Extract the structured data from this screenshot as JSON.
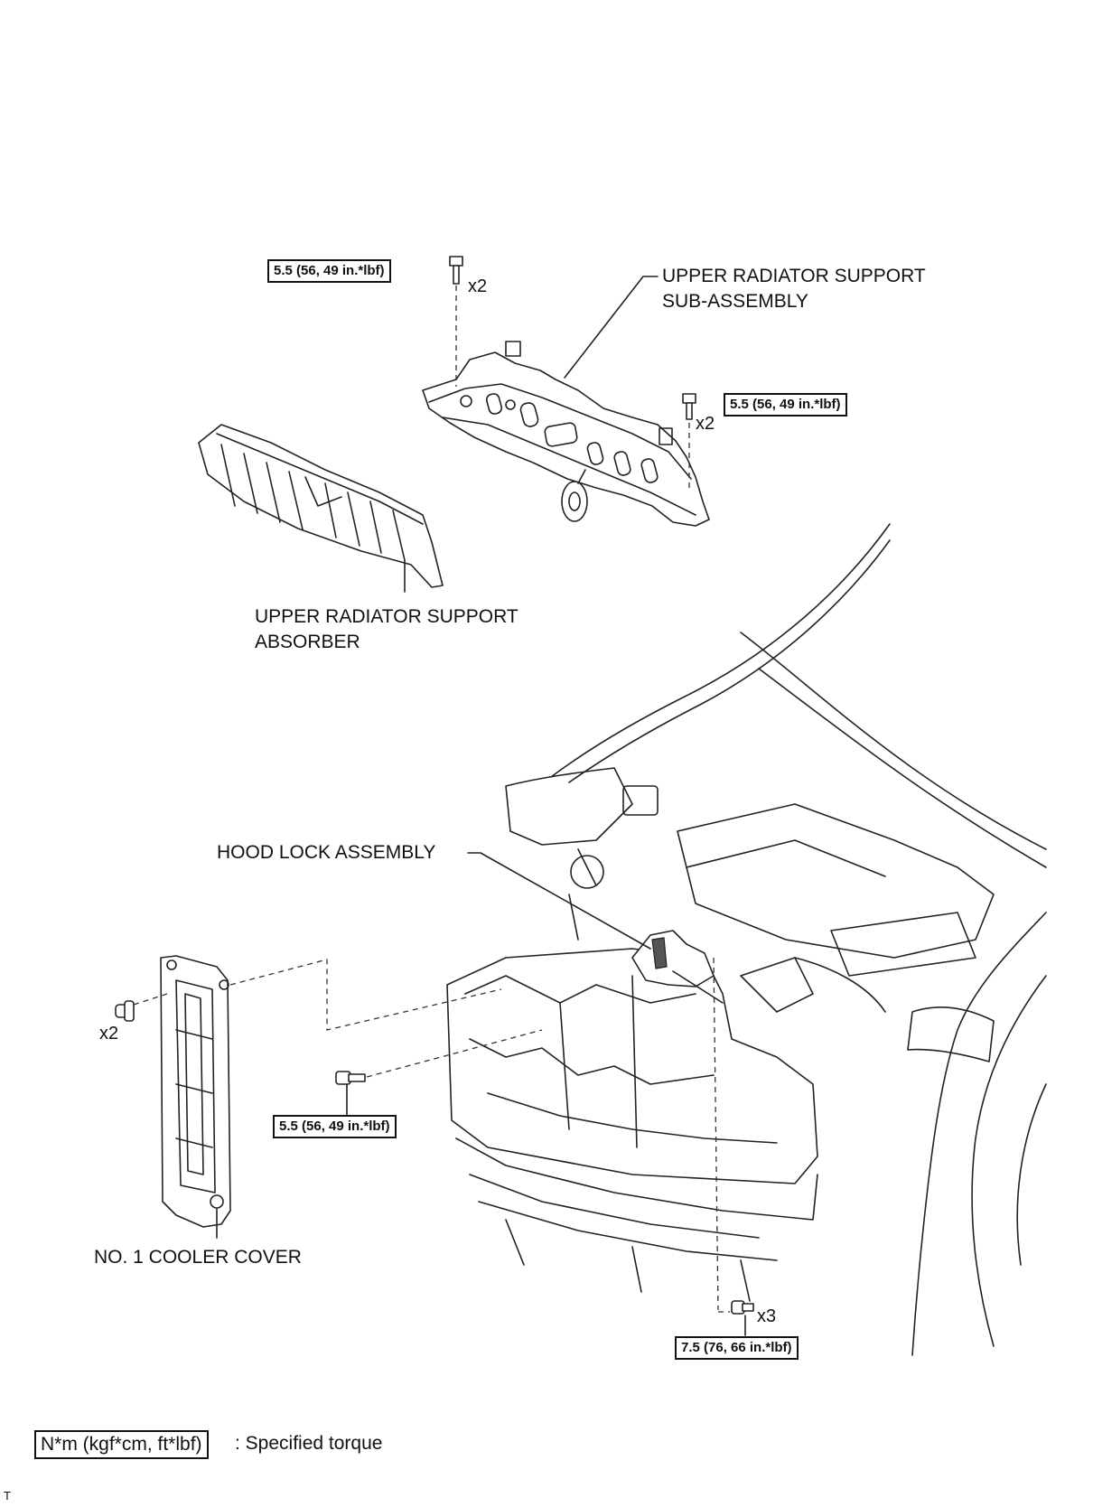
{
  "labels": {
    "upper_radiator_support_line1": "UPPER RADIATOR SUPPORT",
    "upper_radiator_support_line2": "SUB-ASSEMBLY",
    "absorber_line1": "UPPER RADIATOR SUPPORT",
    "absorber_line2": "ABSORBER",
    "hood_lock": "HOOD LOCK ASSEMBLY",
    "cooler_cover": "NO. 1 COOLER COVER"
  },
  "torques": {
    "top_left": "5.5 (56, 49 in.*lbf)",
    "top_right": "5.5 (56, 49 in.*lbf)",
    "middle": "5.5 (56, 49 in.*lbf)",
    "bottom": "7.5 (76, 66 in.*lbf)"
  },
  "quantities": {
    "top_left": "x2",
    "top_right": "x2",
    "cooler_left": "x2",
    "bottom": "x3"
  },
  "legend": {
    "box": "N*m (kgf*cm, ft*lbf)",
    "text": ": Specified torque"
  },
  "corner_mark": "T"
}
